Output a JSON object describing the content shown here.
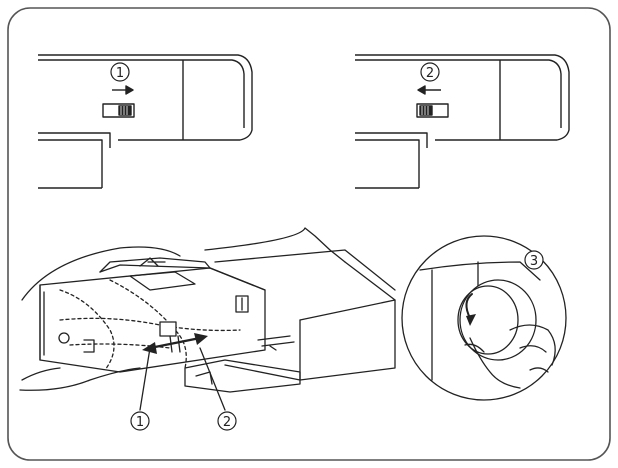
{
  "callouts": {
    "panel1_step": "1",
    "panel2_step": "2",
    "panel3_step": "3",
    "label_slide_right": "1",
    "label_slide_left": "2"
  },
  "colors": {
    "line": "#222222",
    "frame": "#555555",
    "background": "#ffffff"
  }
}
